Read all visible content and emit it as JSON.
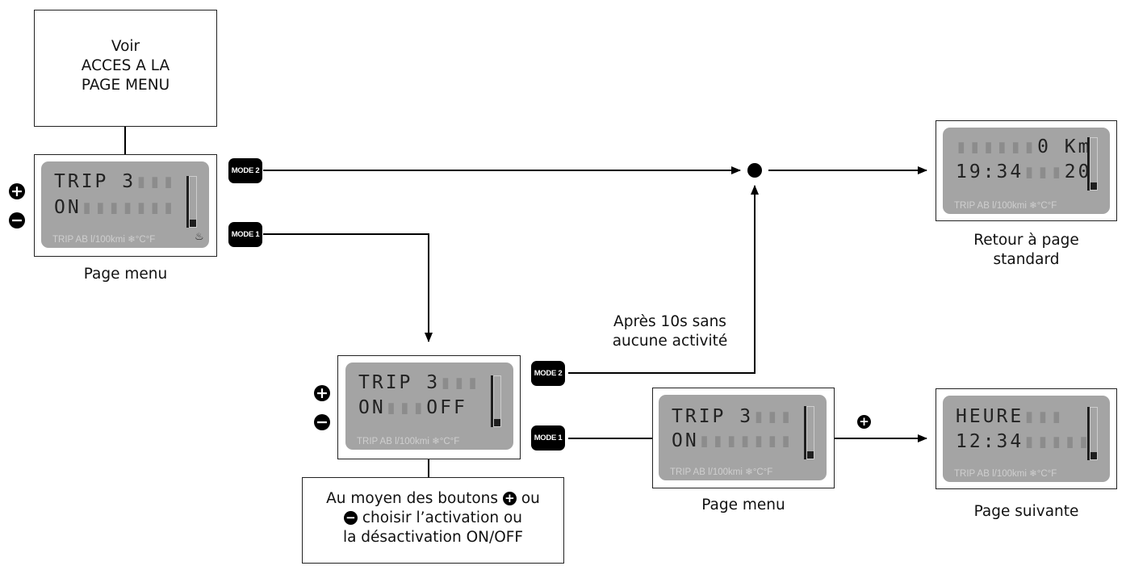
{
  "top_note": {
    "line1": "Voir",
    "line2": "ACCES A LA",
    "line3": "PAGE MENU"
  },
  "screen_menu_1": {
    "line1": "TRIP 3",
    "line2": "ON",
    "footer": "TRIP AB l/100kmi ❄°C°F",
    "caption": "Page menu"
  },
  "screen_standard": {
    "line1": "0 Km",
    "line2_left": "19:34",
    "line2_right": "20",
    "footer": "TRIP AB l/100kmi ❄°C°F",
    "caption_line1": "Retour à page",
    "caption_line2": "standard"
  },
  "screen_onoff": {
    "line1": "TRIP 3",
    "line2_left": "ON",
    "line2_right": "OFF",
    "footer": "TRIP AB l/100kmi ❄°C°F"
  },
  "screen_menu_2": {
    "line1": "TRIP 3",
    "line2": "ON",
    "footer": "TRIP AB l/100kmi ❄°C°F",
    "caption": "Page menu"
  },
  "screen_next": {
    "line1": "HEURE",
    "line2": "12:34",
    "footer": "TRIP AB l/100kmi ❄°C°F",
    "caption": "Page suivante"
  },
  "buttons": {
    "mode2": "MODE 2",
    "mode1": "MODE 1",
    "plus": "+",
    "minus": "−"
  },
  "timeout_note": {
    "line1": "Après 10s sans",
    "line2": "aucune activité"
  },
  "bottom_note": {
    "line1_a": "Au moyen des boutons",
    "line1_b": "ou",
    "line2": "choisir l’activation ou",
    "line3": "la désactivation ON/OFF"
  },
  "colors": {
    "lcd_bg": "#a4a4a4",
    "ink": "#000000"
  }
}
